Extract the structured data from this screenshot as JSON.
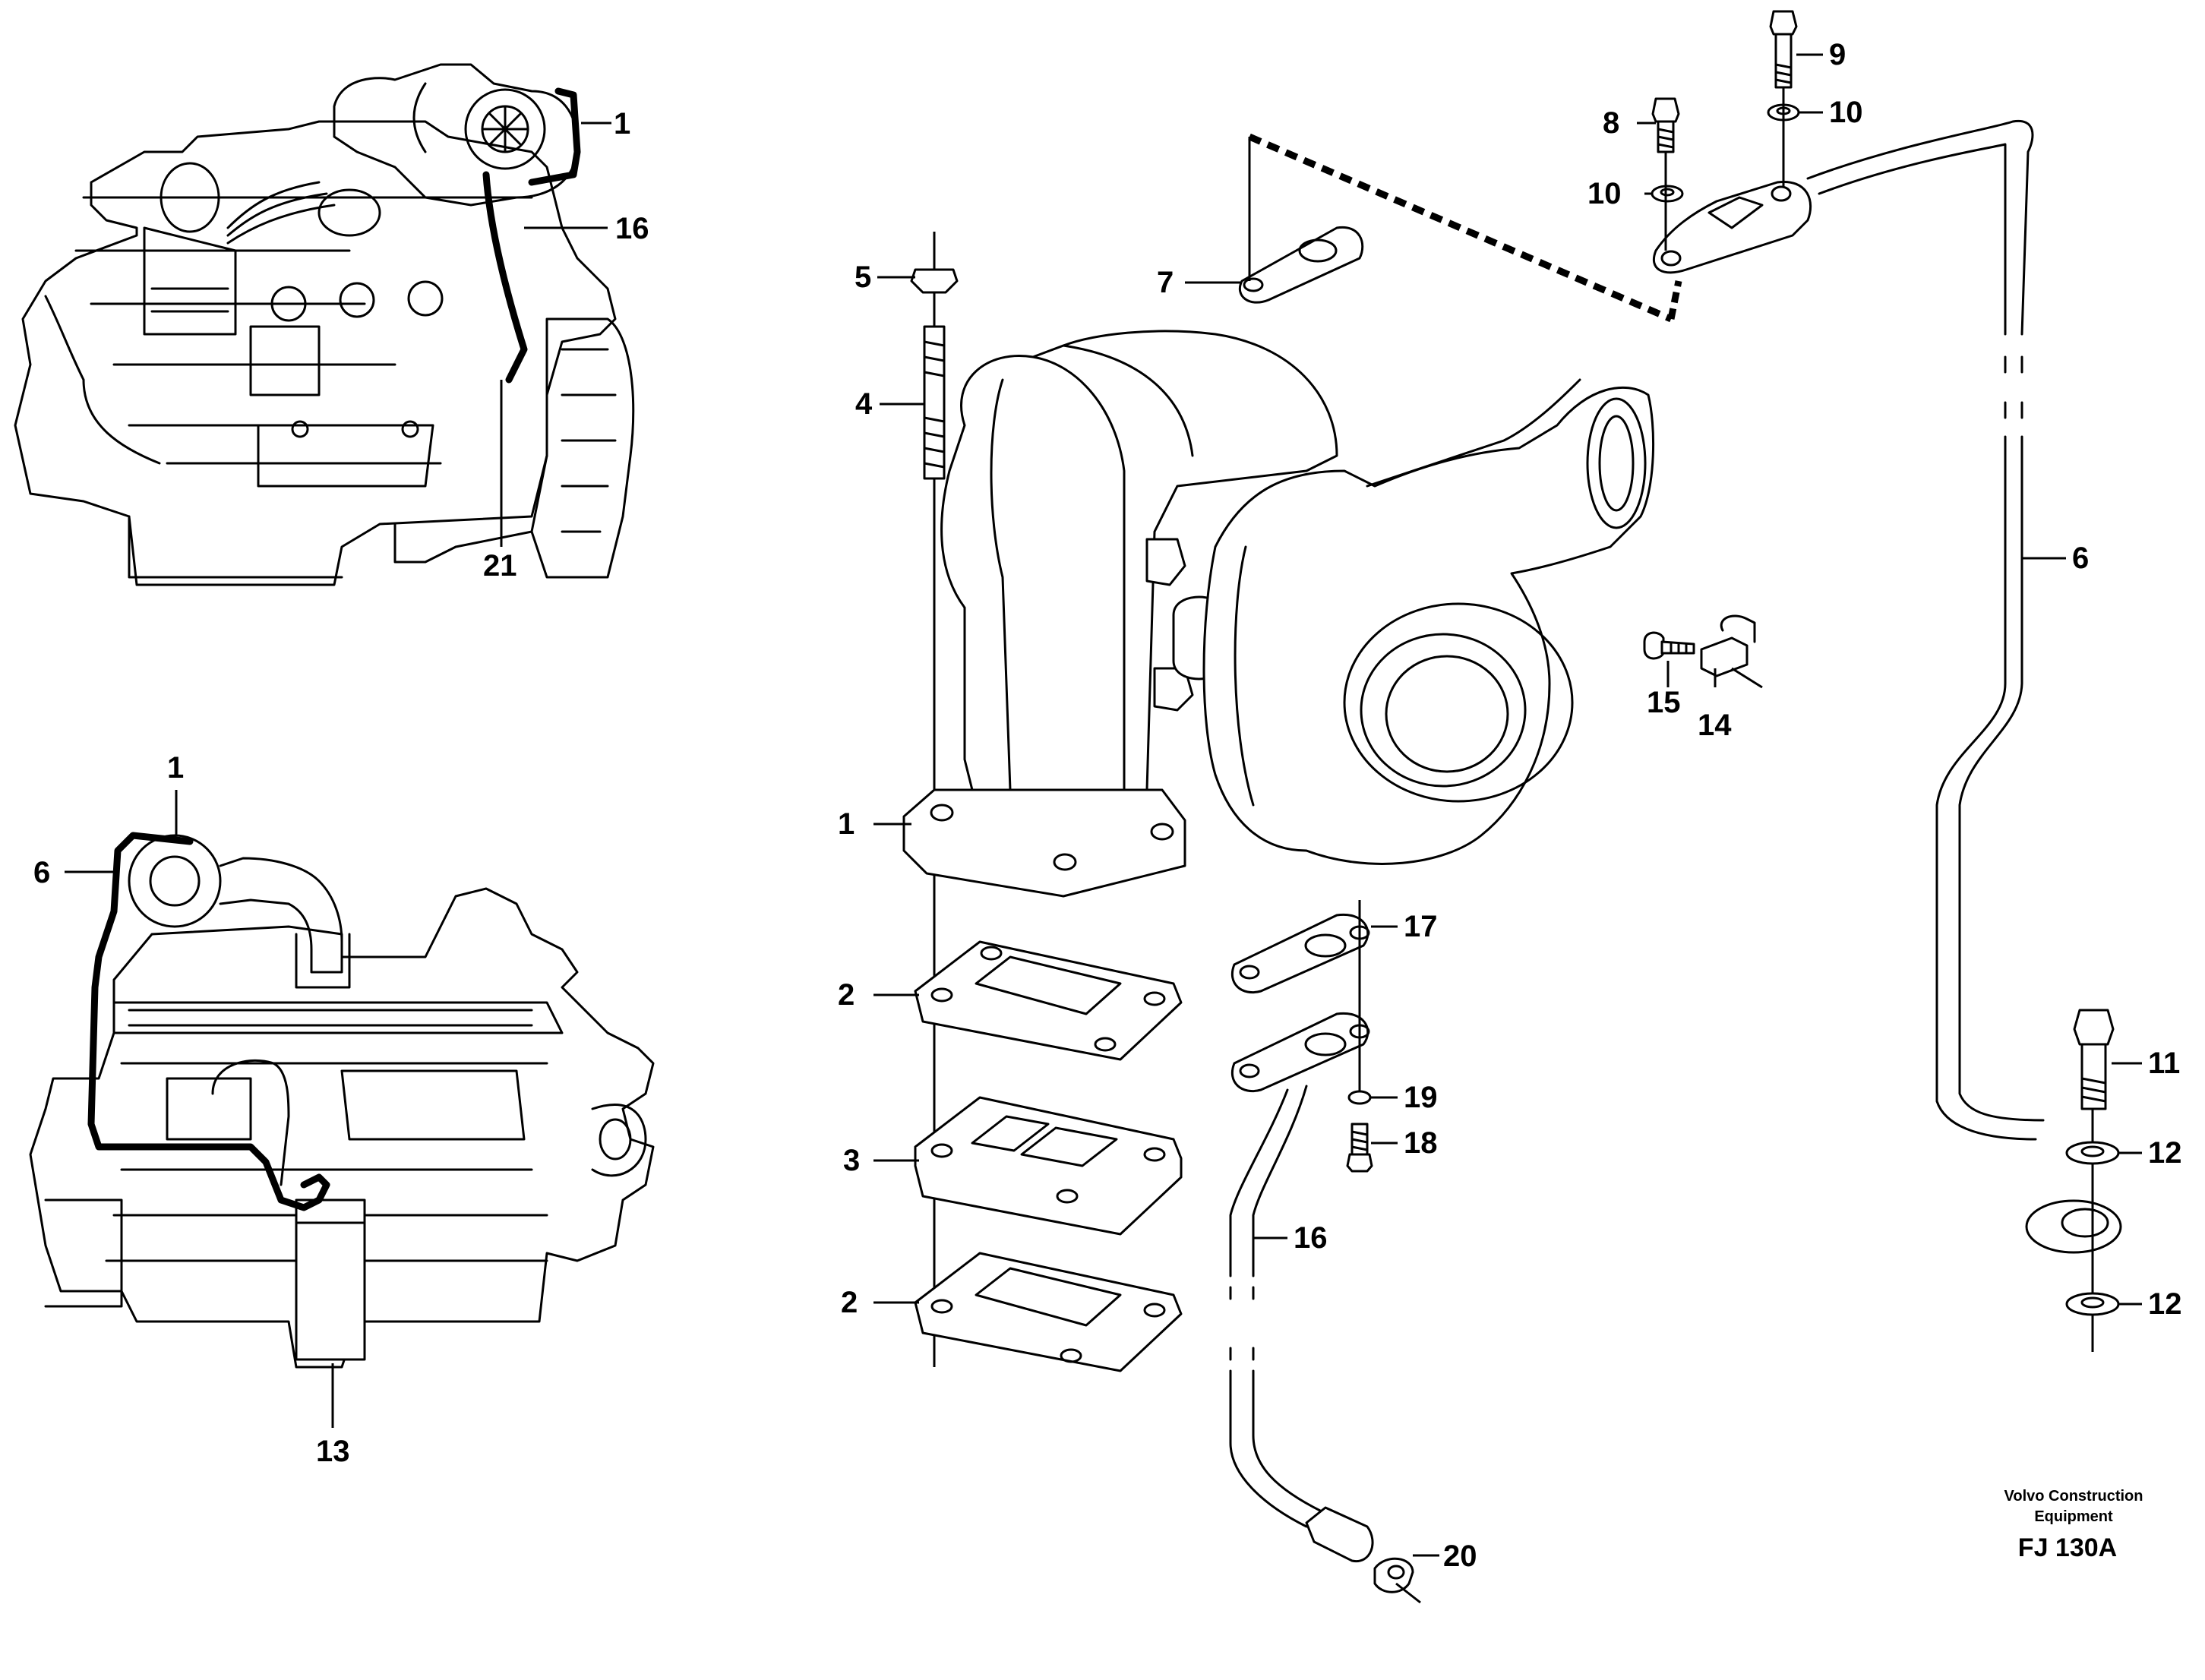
{
  "callouts": {
    "inset_top": {
      "c1": "1",
      "c16": "16",
      "c21": "21"
    },
    "inset_bottom": {
      "c1": "1",
      "c6": "6",
      "c13": "13"
    },
    "main": {
      "c1": "1",
      "c2a": "2",
      "c2b": "2",
      "c3": "3",
      "c4": "4",
      "c5": "5",
      "c6": "6",
      "c7": "7",
      "c8": "8",
      "c9": "9",
      "c10a": "10",
      "c10b": "10",
      "c11": "11",
      "c12a": "12",
      "c12b": "12",
      "c14": "14",
      "c15": "15",
      "c16": "16",
      "c17": "17",
      "c18": "18",
      "c19": "19",
      "c20": "20"
    }
  },
  "footer": {
    "manufacturer_line1": "Volvo Construction",
    "manufacturer_line2": "Equipment",
    "figure_code": "FJ 130A"
  }
}
